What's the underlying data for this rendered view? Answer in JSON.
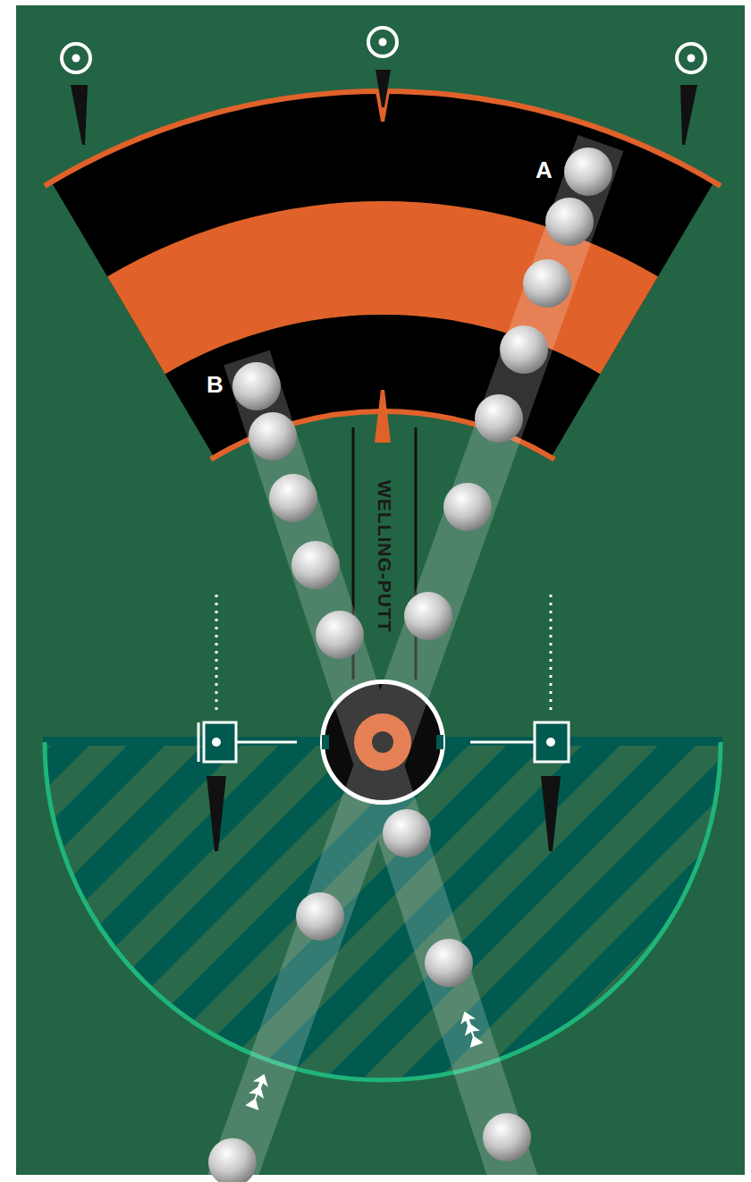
{
  "diagram": {
    "labels": [
      "A",
      "B",
      "WELLING-PUTT"
    ]
  }
}
